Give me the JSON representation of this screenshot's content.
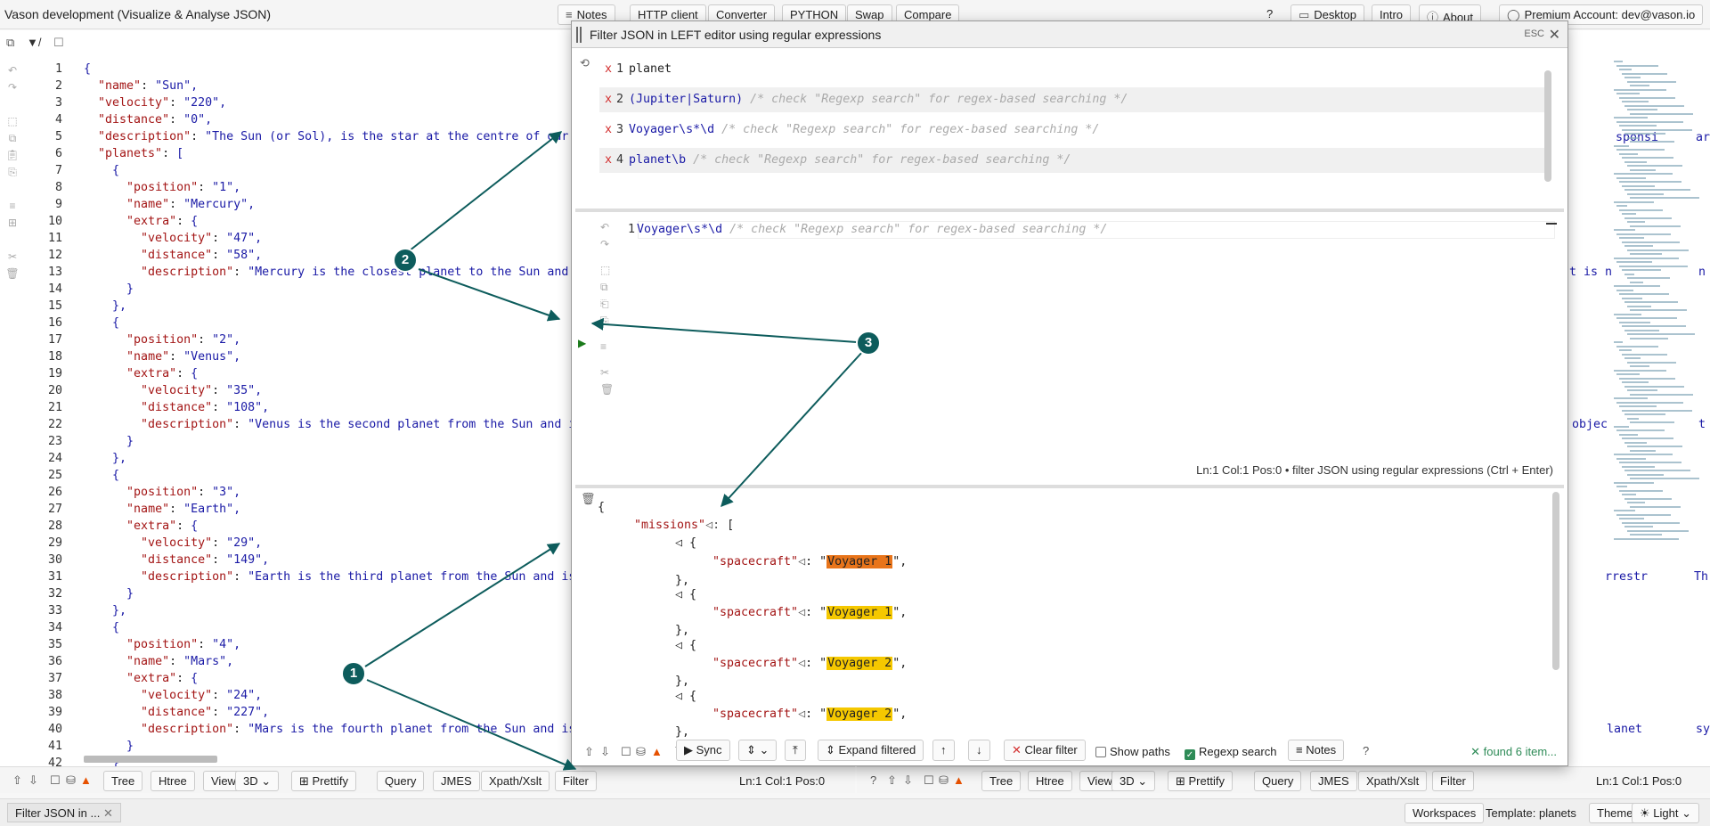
{
  "app": {
    "title": "Vason development (Visualize & Analyse JSON)",
    "top_buttons": [
      "Notes",
      "HTTP client",
      "Converter",
      "PYTHON",
      "Swap",
      "Compare"
    ],
    "right_buttons": [
      "Desktop",
      "Intro",
      "About",
      "Premium Account: dev@vason.io"
    ]
  },
  "left_editor": {
    "line_numbers": [
      "1",
      "2",
      "3",
      "4",
      "5",
      "6",
      "7",
      "8",
      "9",
      "10",
      "11",
      "12",
      "13",
      "14",
      "15",
      "16",
      "17",
      "18",
      "19",
      "20",
      "21",
      "22",
      "23",
      "24",
      "25",
      "26",
      "27",
      "28",
      "29",
      "30",
      "31",
      "32",
      "33",
      "34",
      "35",
      "36",
      "37",
      "38",
      "39",
      "40",
      "41",
      "42"
    ],
    "lines": [
      "{",
      "  \"name\": \"Sun\",",
      "  \"velocity\": \"220\",",
      "  \"distance\": \"0\",",
      "  \"description\": \"The Sun (or Sol), is the star at the centre of our so",
      "  \"planets\": [",
      "    {",
      "      \"position\": \"1\",",
      "      \"name\": \"Mercury\",",
      "      \"extra\": {",
      "        \"velocity\": \"47\",",
      "        \"distance\": \"58\",",
      "        \"description\": \"Mercury is the closest planet to the Sun and du",
      "      }",
      "    },",
      "    {",
      "      \"position\": \"2\",",
      "      \"name\": \"Venus\",",
      "      \"extra\": {",
      "        \"velocity\": \"35\",",
      "        \"distance\": \"108\",",
      "        \"description\": \"Venus is the second planet from the Sun and is",
      "      }",
      "    },",
      "    {",
      "      \"position\": \"3\",",
      "      \"name\": \"Earth\",",
      "      \"extra\": {",
      "        \"velocity\": \"29\",",
      "        \"distance\": \"149\",",
      "        \"description\": \"Earth is the third planet from the Sun and is t",
      "      }",
      "    },",
      "    {",
      "      \"position\": \"4\",",
      "      \"name\": \"Mars\",",
      "      \"extra\": {",
      "        \"velocity\": \"24\",",
      "        \"distance\": \"227\",",
      "        \"description\": \"Mars is the fourth planet from the Sun and is t",
      "      }",
      "    }"
    ],
    "position": "Ln:1  Col:1  Pos:0"
  },
  "right_editor": {
    "fragments": [
      "sponsi",
      "ar",
      "t is n",
      "n",
      "objec",
      "t",
      "rrestr",
      "Th",
      "lanet",
      "sy"
    ],
    "position": "Ln:1  Col:1  Pos:0"
  },
  "bottom_toolbar": {
    "left": [
      "Tree",
      "Htree",
      "View",
      "3D",
      "Prettify",
      "Query",
      "JMES",
      "Xpath/Xslt",
      "Filter"
    ],
    "right": [
      "Tree",
      "Htree",
      "View",
      "3D",
      "Prettify",
      "Query",
      "JMES",
      "Xpath/Xslt",
      "Filter"
    ]
  },
  "dialog": {
    "title": "Filter JSON in LEFT editor using regular expressions",
    "esc": "ESC",
    "history": [
      {
        "num": "1",
        "pattern": "planet",
        "comment": ""
      },
      {
        "num": "2",
        "pattern": "(Jupiter|Saturn)",
        "comment": "/* check \"Regexp search\" for regex-based searching */"
      },
      {
        "num": "3",
        "pattern": "Voyager\\s*\\d",
        "comment": "/* check \"Regexp search\" for regex-based searching */"
      },
      {
        "num": "4",
        "pattern": "planet\\b",
        "comment": "/* check \"Regexp search\" for regex-based searching */"
      }
    ],
    "editor": {
      "line_number": "1",
      "pattern": "Voyager\\s*\\d",
      "comment": "/* check \"Regexp search\" for regex-based searching */",
      "status": "Ln:1  Col:1  Pos:0   •  filter JSON using regular expressions (Ctrl + Enter)"
    },
    "result": {
      "open": "{",
      "key": "\"missions\"",
      "arrow": "◁:",
      "bracket": "[",
      "items": [
        {
          "key": "\"spacecraft\"",
          "value": "Voyager 1",
          "highlight": "#e8741a"
        },
        {
          "key": "\"spacecraft\"",
          "value": "Voyager 1",
          "highlight": "#f5c800"
        },
        {
          "key": "\"spacecraft\"",
          "value": "Voyager 2",
          "highlight": "#f5c800"
        },
        {
          "key": "\"spacecraft\"",
          "value": "Voyager 2",
          "highlight": "#f5c800"
        }
      ]
    },
    "footer": {
      "sync": "Sync",
      "expand_filtered": "Expand filtered",
      "clear_filter": "Clear filter",
      "show_paths": "Show paths",
      "regexp_search": "Regexp search",
      "notes": "Notes",
      "found": "found 6 item..."
    }
  },
  "statusbar": {
    "tab": "Filter JSON in ...",
    "workspaces": "Workspaces",
    "template": "Template: planets",
    "theme": "Theme",
    "light": "Light"
  },
  "annotations": [
    "1",
    "2",
    "3"
  ],
  "colors": {
    "badge": "#0d5c5c",
    "accent_green": "#2e8b57",
    "string_blue": "#1a1aa6",
    "key_red": "#a31515"
  }
}
